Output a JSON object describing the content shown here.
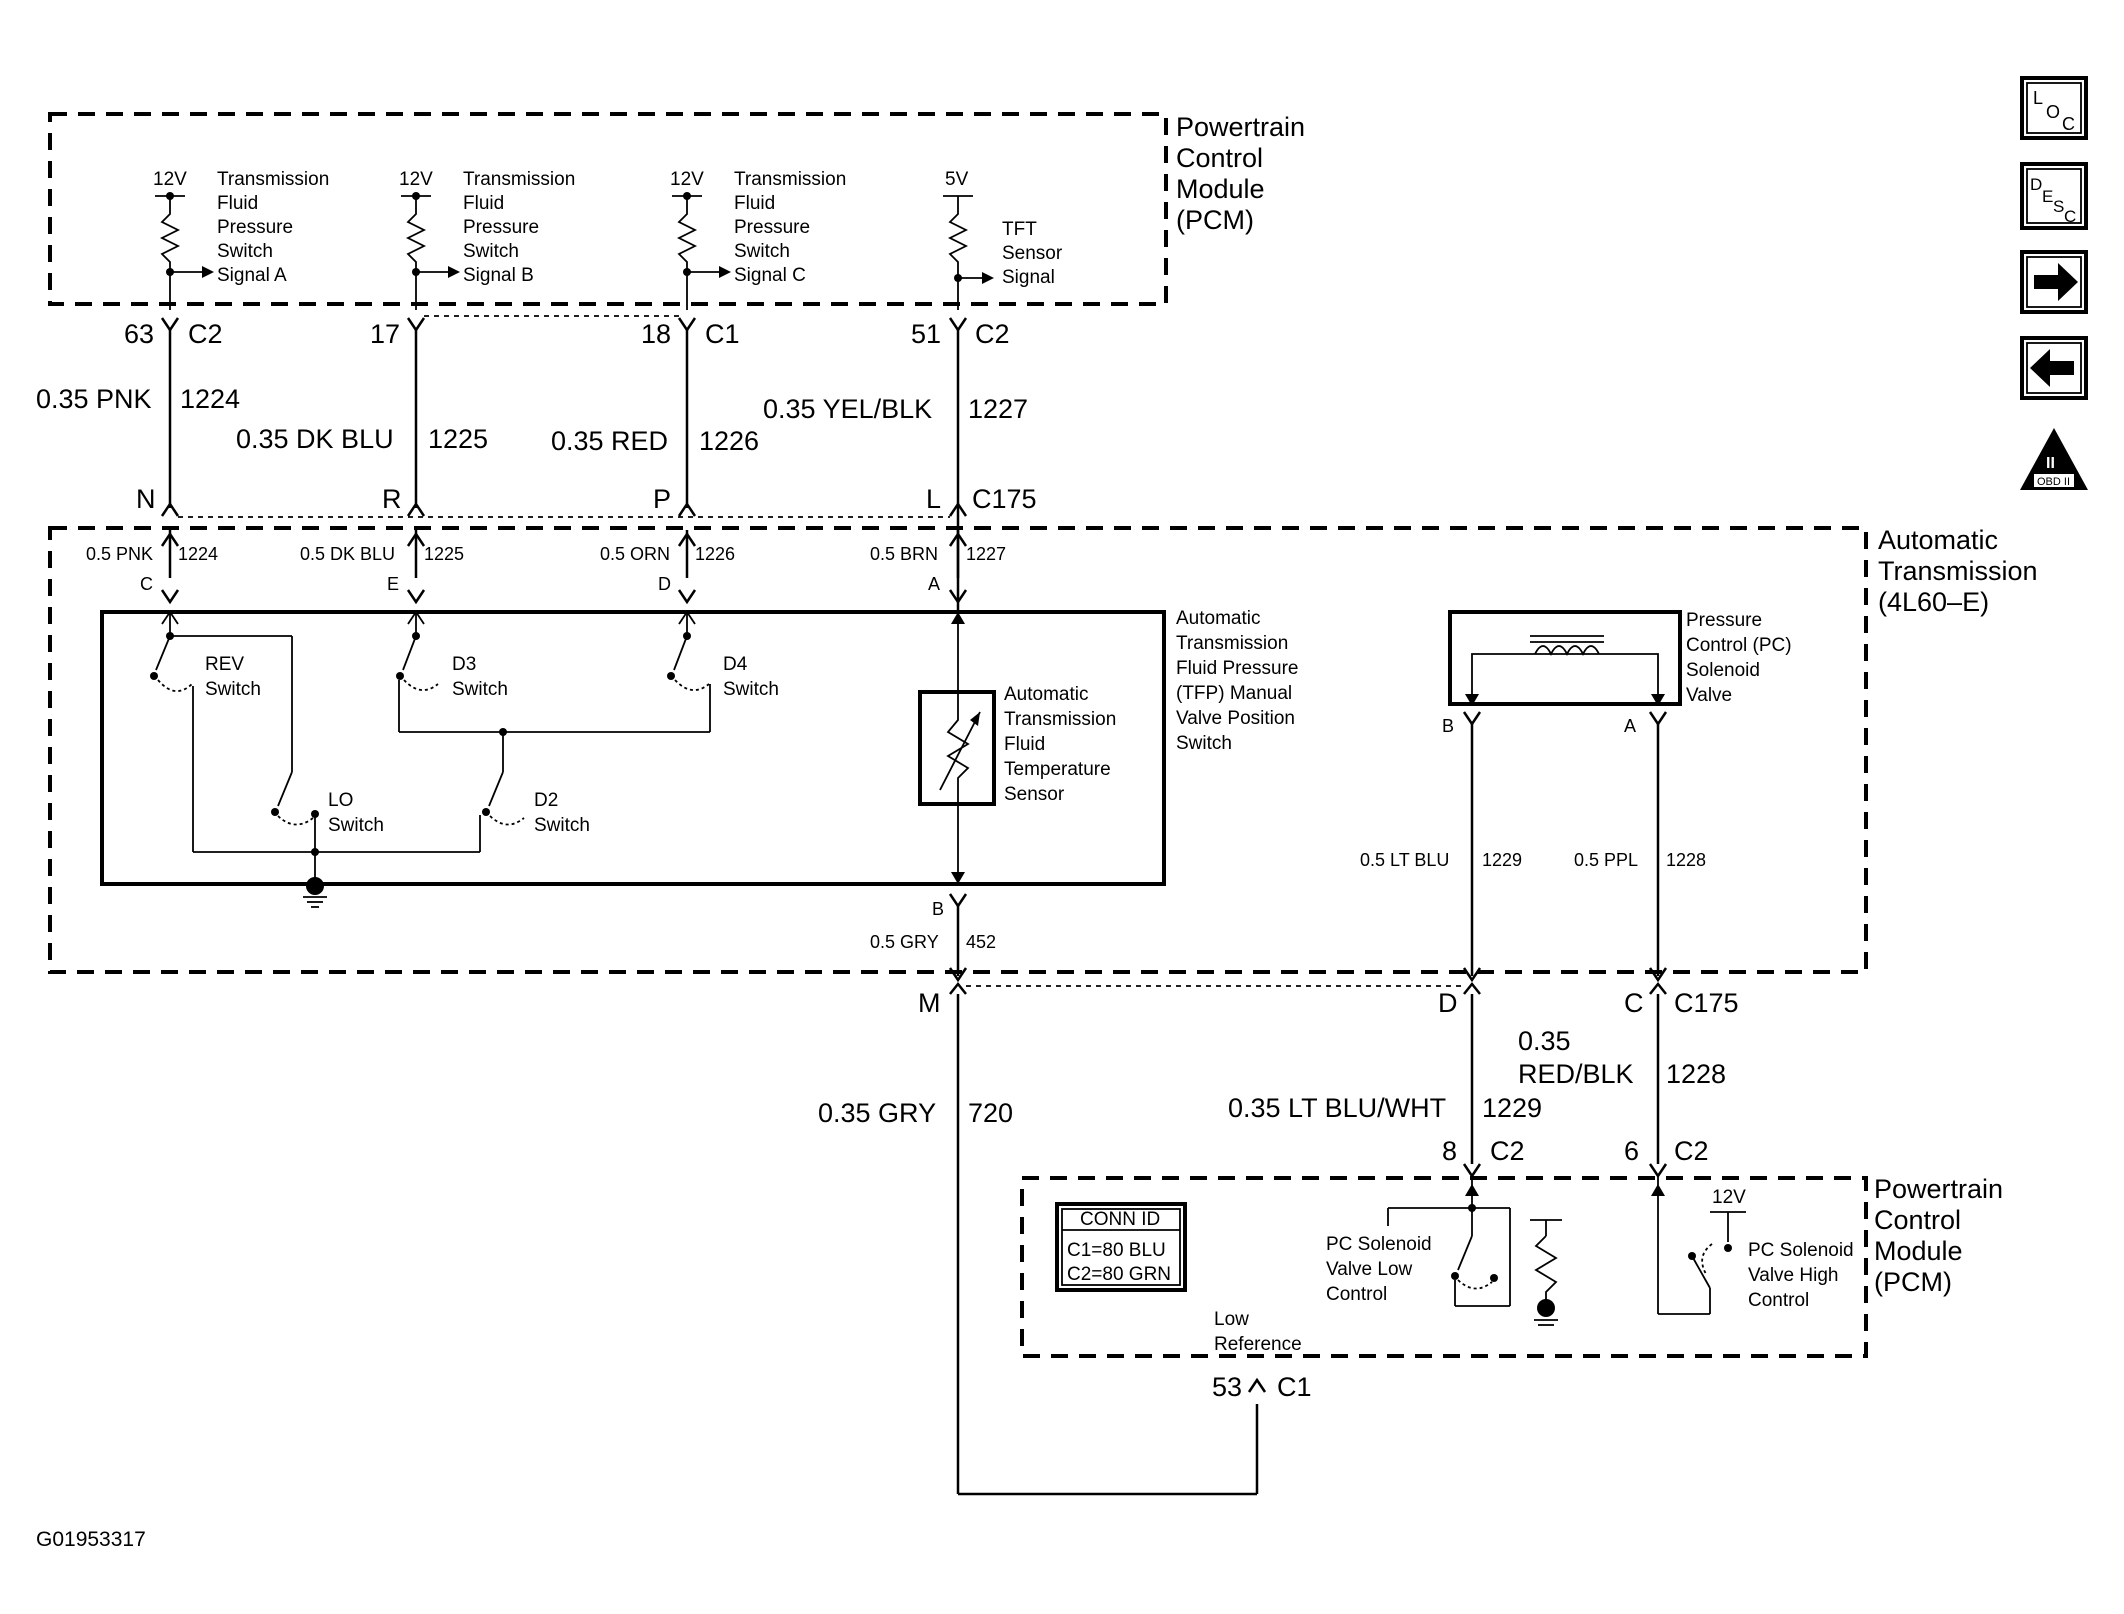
{
  "pcm_top": {
    "module_name": [
      "Powertrain",
      "Control",
      "Module",
      "(PCM)"
    ],
    "supplies": [
      "12V",
      "12V",
      "12V",
      "5V"
    ],
    "signals": [
      [
        "Transmission",
        "Fluid",
        "Pressure",
        "Switch",
        "Signal A"
      ],
      [
        "Transmission",
        "Fluid",
        "Pressure",
        "Switch",
        "Signal B"
      ],
      [
        "Transmission",
        "Fluid",
        "Pressure",
        "Switch",
        "Signal C"
      ],
      [
        "TFT",
        "Sensor",
        "Signal"
      ]
    ]
  },
  "circuits_top": [
    {
      "pin": "63",
      "conn": "C2",
      "wire": "0.35 PNK",
      "circuit": "1224",
      "c175_pin": "N",
      "inner_wire": "0.5 PNK",
      "inner_circuit": "1224",
      "inner_pin": "C"
    },
    {
      "pin": "17",
      "conn": "",
      "wire": "0.35 DK BLU",
      "circuit": "1225",
      "c175_pin": "R",
      "inner_wire": "0.5 DK BLU",
      "inner_circuit": "1225",
      "inner_pin": "E"
    },
    {
      "pin": "18",
      "conn": "C1",
      "wire": "0.35 RED",
      "circuit": "1226",
      "c175_pin": "P",
      "inner_wire": "0.5 ORN",
      "inner_circuit": "1226",
      "inner_pin": "D"
    },
    {
      "pin": "51",
      "conn": "C2",
      "wire": "0.35 YEL/BLK",
      "circuit": "1227",
      "c175_pin": "L",
      "inner_wire": "0.5 BRN",
      "inner_circuit": "1227",
      "inner_pin": "A"
    }
  ],
  "c175_label": "C175",
  "transmission": {
    "name": [
      "Automatic",
      "Transmission",
      "(4L60–E)"
    ],
    "tfp_name": [
      "Automatic",
      "Transmission",
      "Fluid Pressure",
      "(TFP) Manual",
      "Valve Position",
      "Switch"
    ],
    "switches": {
      "rev": [
        "REV",
        "Switch"
      ],
      "d3": [
        "D3",
        "Switch"
      ],
      "d4": [
        "D4",
        "Switch"
      ],
      "lo": [
        "LO",
        "Switch"
      ],
      "d2": [
        "D2",
        "Switch"
      ]
    },
    "tft_sensor": [
      "Automatic",
      "Transmission",
      "Fluid",
      "Temperature",
      "Sensor"
    ],
    "sensor_pin": "B",
    "sensor_wire": "0.5 GRY",
    "sensor_circuit": "452",
    "pc_solenoid": [
      "Pressure",
      "Control (PC)",
      "Solenoid",
      "Valve"
    ],
    "pc_pins": [
      "B",
      "A"
    ],
    "pc_wires": [
      {
        "wire": "0.5 LT BLU",
        "circuit": "1229"
      },
      {
        "wire": "0.5 PPL",
        "circuit": "1228"
      }
    ]
  },
  "c175_bottom": {
    "pins": [
      "M",
      "D",
      "C"
    ],
    "label": "C175"
  },
  "circuits_bottom": {
    "gry": {
      "wire": "0.35 GRY",
      "circuit": "720",
      "pin": "53",
      "conn": "C1"
    },
    "ltblu": {
      "wire": "0.35 LT BLU/WHT",
      "circuit": "1229",
      "pin": "8",
      "conn": "C2"
    },
    "redblk": {
      "wire_line1": "0.35",
      "wire_line2": "RED/BLK",
      "circuit": "1228",
      "pin": "6",
      "conn": "C2"
    }
  },
  "pcm_bottom": {
    "module_name": [
      "Powertrain",
      "Control",
      "Module",
      "(PCM)"
    ],
    "conn_id_title": "CONN ID",
    "conn_id_rows": [
      "C1=80 BLU",
      "C2=80 GRN"
    ],
    "low_control": [
      "PC Solenoid",
      "Valve Low",
      "Control"
    ],
    "high_control": [
      "PC Solenoid",
      "Valve High",
      "Control"
    ],
    "high_supply": "12V",
    "low_reference": [
      "Low",
      "Reference"
    ]
  },
  "figure_id": "G01953317",
  "side_nav": {
    "loc": {
      "L": "L",
      "O": "O",
      "C": "C"
    },
    "desc": {
      "D": "D",
      "E": "E",
      "S": "S",
      "C": "C"
    },
    "next_icon": "right-arrow-icon",
    "prev_icon": "left-arrow-icon",
    "obd": {
      "top": "II",
      "bottom": "OBD II"
    }
  }
}
